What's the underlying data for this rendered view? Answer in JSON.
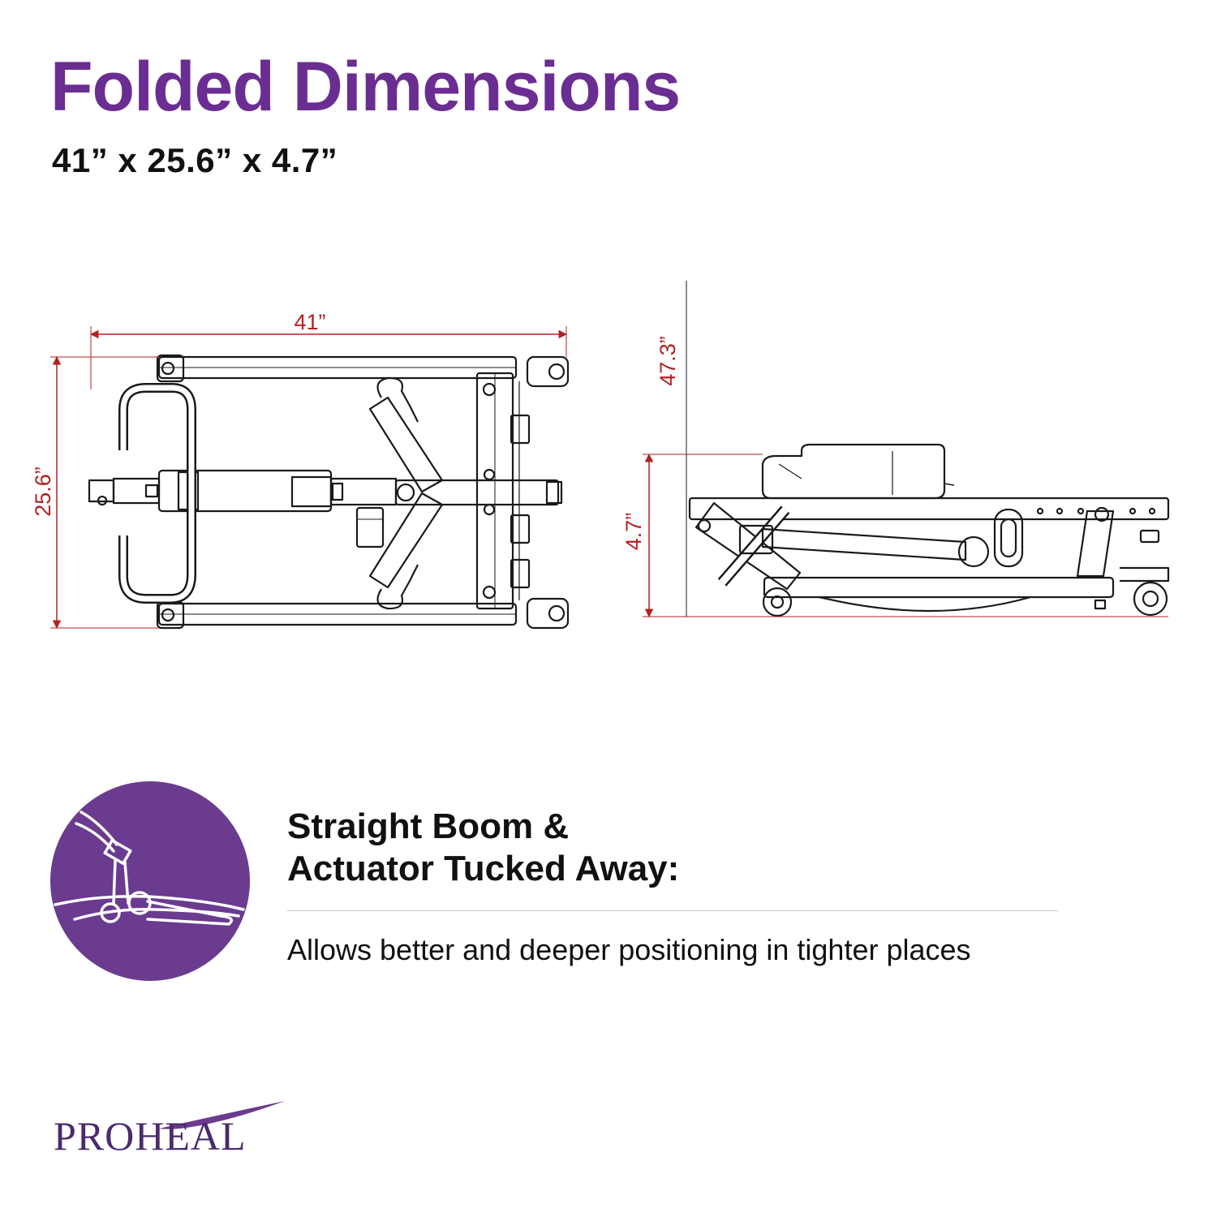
{
  "header": {
    "title": "Folded Dimensions",
    "subtitle": "41” x 25.6” x 4.7”"
  },
  "drawing": {
    "top_width_label": "41”",
    "top_depth_label": "25.6”",
    "side_height_label": "47.3”",
    "side_low_label": "4.7”",
    "line_color": "#1a1a1a",
    "dimension_color": "#b22222"
  },
  "feature": {
    "icon": "folded-lift-icon",
    "icon_color": "#6a3b8f",
    "heading_line1": "Straight Boom &",
    "heading_line2": "Actuator Tucked Away:",
    "description": "Allows better and deeper positioning in tighter places"
  },
  "brand": {
    "name": "PROHEAL",
    "color": "#4b2a6e"
  }
}
